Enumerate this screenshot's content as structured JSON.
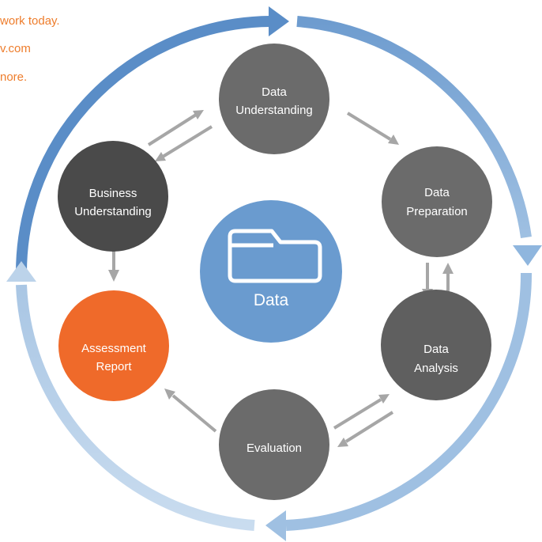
{
  "header_snippet": {
    "line1": "work today.",
    "line2": "v.com",
    "line3": "nore."
  },
  "colors": {
    "dark_node": "#4a4a4a",
    "mid_node": "#6b6b6b",
    "accent_node": "#ef6a2a",
    "center_node": "#6a9bcf",
    "arrow_gray": "#a6a6a6",
    "ring_blue_dark": "#5a8dc7",
    "ring_blue_light": "#bcd3ea",
    "snippet_orange": "#ee7d2c"
  },
  "center": {
    "label": "Data",
    "icon": "folder-icon"
  },
  "nodes": {
    "data_understanding": [
      "Data",
      "Understanding"
    ],
    "business_understanding": [
      "Business",
      "Understanding"
    ],
    "data_preparation": [
      "Data",
      "Preparation"
    ],
    "assessment_report": [
      "Assessment",
      "Report"
    ],
    "data_analysis": [
      "Data",
      "Analysis"
    ],
    "evaluation": [
      "Evaluation"
    ]
  }
}
